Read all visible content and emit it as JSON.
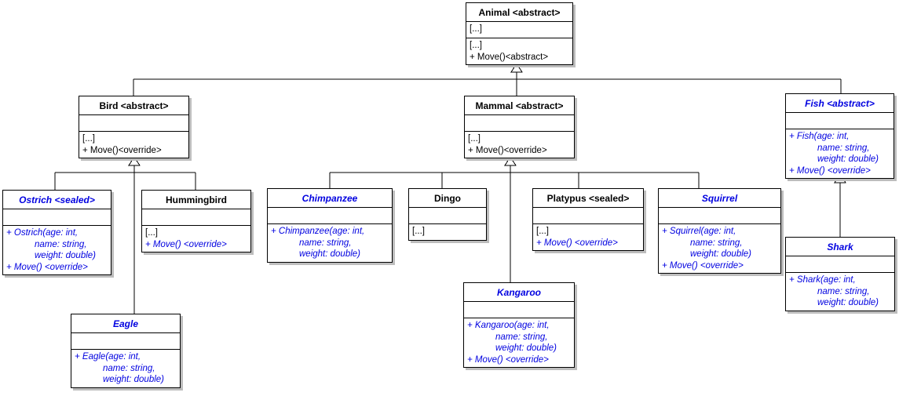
{
  "colors": {
    "accent_blue": "#0000e0",
    "line_black": "#000000",
    "shadow_gray": "#bdbdbd"
  },
  "classes": {
    "animal": {
      "title": "Animal <abstract>",
      "fields": [
        "[...]"
      ],
      "methods": [
        "[...]",
        "+ Move()<abstract>"
      ]
    },
    "bird": {
      "title": "Bird <abstract>",
      "methods": [
        "[...]",
        "+ Move()<override>"
      ]
    },
    "mammal": {
      "title": "Mammal <abstract>",
      "methods": [
        "[...]",
        "+ Move()<override>"
      ]
    },
    "fish": {
      "title": "Fish <abstract>",
      "methods": [
        "+ Fish(age: int,",
        "name: string,",
        "weight: double)",
        "+ Move() <override>"
      ]
    },
    "ostrich": {
      "title": "Ostrich <sealed>",
      "methods": [
        "+ Ostrich(age: int,",
        "name: string,",
        "weight: double)",
        "+ Move() <override>"
      ]
    },
    "hummingbird": {
      "title": "Hummingbird",
      "methods": [
        "[...]",
        "+ Move() <override>"
      ]
    },
    "chimpanzee": {
      "title": "Chimpanzee",
      "methods": [
        "+ Chimpanzee(age: int,",
        "name: string,",
        "weight: double)"
      ]
    },
    "dingo": {
      "title": "Dingo",
      "methods": [
        "[...]"
      ]
    },
    "platypus": {
      "title": "Platypus <sealed>",
      "methods": [
        "[...]",
        "+ Move() <override>"
      ]
    },
    "squirrel": {
      "title": "Squirrel",
      "methods": [
        "+ Squirrel(age: int,",
        "name: string,",
        "weight: double)",
        "+ Move() <override>"
      ]
    },
    "kangaroo": {
      "title": "Kangaroo",
      "methods": [
        "+ Kangaroo(age: int,",
        "name: string,",
        "weight: double)",
        "+ Move() <override>"
      ]
    },
    "eagle": {
      "title": "Eagle",
      "methods": [
        "+ Eagle(age: int,",
        "name: string,",
        "weight: double)"
      ]
    },
    "shark": {
      "title": "Shark",
      "methods": [
        "+ Shark(age: int,",
        "name: string,",
        "weight: double)"
      ]
    }
  }
}
